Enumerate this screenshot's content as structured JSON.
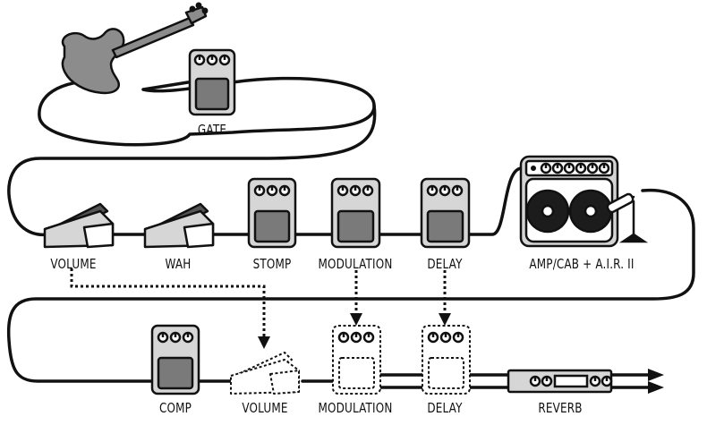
{
  "labels": {
    "gate": "GATE",
    "volume_top": "VOLUME",
    "wah": "WAH",
    "stomp": "STOMP",
    "modulation_top": "MODULATION",
    "delay_top": "DELAY",
    "amp": "AMP/CAB + A.I.R. II",
    "comp": "COMP",
    "volume_bottom": "VOLUME",
    "modulation_bottom": "MODULATION",
    "delay_bottom": "DELAY",
    "reverb": "REVERB"
  },
  "colors": {
    "outline": "#111111",
    "pedal_body": "#d6d6d6",
    "footswitch": "#7a7a7a",
    "amp_body": "#d4d4d4",
    "speaker": "#1c1c1c",
    "guitar": "#8c8c8c",
    "ghost": "#ffffff"
  },
  "icons": {
    "guitar": "electric-guitar-icon",
    "pedal": "stompbox-pedal-icon",
    "expression_pedal": "expression-pedal-icon",
    "amp": "guitar-amp-icon",
    "microphone": "microphone-icon",
    "rack": "rack-reverb-icon",
    "arrow": "arrow-right-icon"
  }
}
